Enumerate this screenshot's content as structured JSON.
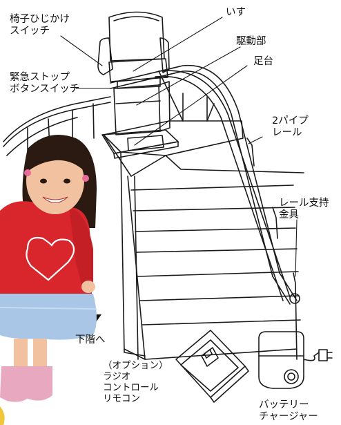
{
  "labels": {
    "armrest_switch": "椅子ひじかけ\nスイッチ",
    "seat": "いす",
    "drive_unit": "駆動部",
    "footrest": "足台",
    "emergency_stop": "緊急ストップ\nボタンスイッチ",
    "two_pipe_rail": "2パイプ\nレール",
    "rail_bracket": "レール支持\n金具",
    "downstairs": "下階へ",
    "remote": "（オプション）\nラジオ\nコントロール\nリモコン",
    "charger": "バッテリー\nチャージャー"
  },
  "colors": {
    "line": "#1a1a1a",
    "shirt": "#d8262c",
    "skirt": "#a9c6e6",
    "skin": "#f2c2a0",
    "hair": "#2a1a12",
    "sandal": "#e8a8c0",
    "heart": "#ffffff"
  },
  "icons": {
    "down_arrow": "down-arrow-icon"
  }
}
